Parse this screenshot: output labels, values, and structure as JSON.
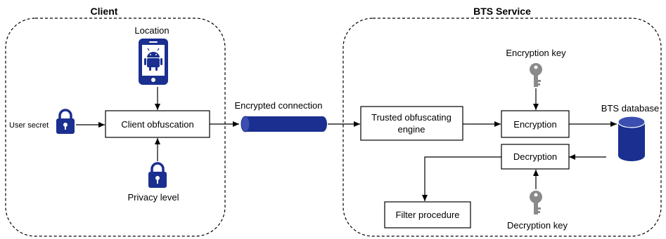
{
  "groups": {
    "client": "Client",
    "service": "BTS Service"
  },
  "labels": {
    "location": "Location",
    "user_secret": "User secret",
    "privacy_level": "Privacy level",
    "encrypted_connection": "Encrypted connection",
    "encryption_key": "Encryption key",
    "decryption_key": "Decryption key",
    "bts_database": "BTS database"
  },
  "boxes": {
    "client_obfuscation": "Client obfuscation",
    "trusted_engine_line1": "Trusted obfuscating",
    "trusted_engine_line2": "engine",
    "encryption": "Encryption",
    "decryption": "Decryption",
    "filter_procedure": "Filter procedure"
  },
  "icons": {
    "phone": "android-phone-icon",
    "lock": "padlock-icon",
    "pipe": "encrypted-pipe-icon",
    "key": "key-icon",
    "database": "database-cylinder-icon"
  },
  "colors": {
    "accent": "#1a2f8f",
    "key": "#8a8a8a",
    "stroke": "#000000"
  }
}
